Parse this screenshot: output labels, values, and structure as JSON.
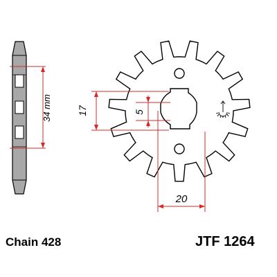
{
  "dimensions": {
    "thickness_value": "34",
    "thickness_unit": "mm",
    "across_flats": "17",
    "spline_width": "5",
    "centre_distance": "20"
  },
  "footer": {
    "chain_label": "Chain 428",
    "part_number": "JTF 1264"
  },
  "sprocket": {
    "teeth": 15
  },
  "colors": {
    "dimension": "#d62828",
    "outline": "#000000",
    "side_fill": "#a8a8a8"
  },
  "icons": [
    "sprocket-direction-icon"
  ]
}
